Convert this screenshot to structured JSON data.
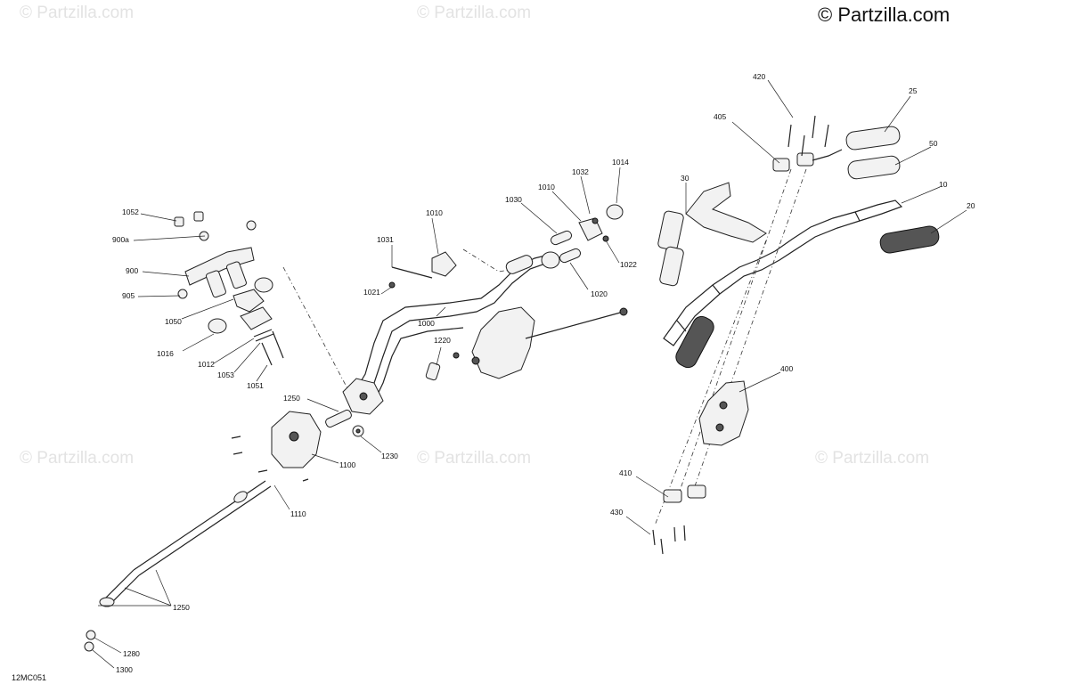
{
  "watermark": {
    "main": "© Partzilla.com",
    "faint": "© Partzilla.com"
  },
  "diagram_code": "12MC051",
  "labels": {
    "l420": "420",
    "l25": "25",
    "l405": "405",
    "l50": "50",
    "l30": "30",
    "l10": "10",
    "l20": "20",
    "l1014": "1014",
    "l1032": "1032",
    "l1010a": "1010",
    "l1030": "1030",
    "l1010b": "1010",
    "l1052": "1052",
    "l900a": "900a",
    "l900": "900",
    "l905": "905",
    "l1050": "1050",
    "l1016": "1016",
    "l1012": "1012",
    "l1053": "1053",
    "l1051": "1051",
    "l1031": "1031",
    "l1021": "1021",
    "l1000": "1000",
    "l1022": "1022",
    "l1020": "1020",
    "l1220": "1220",
    "l1250a": "1250",
    "l1230": "1230",
    "l1100": "1100",
    "l1110": "1110",
    "l400": "400",
    "l410": "410",
    "l430": "430",
    "l1250b": "1250",
    "l1280": "1280",
    "l1300": "1300"
  }
}
